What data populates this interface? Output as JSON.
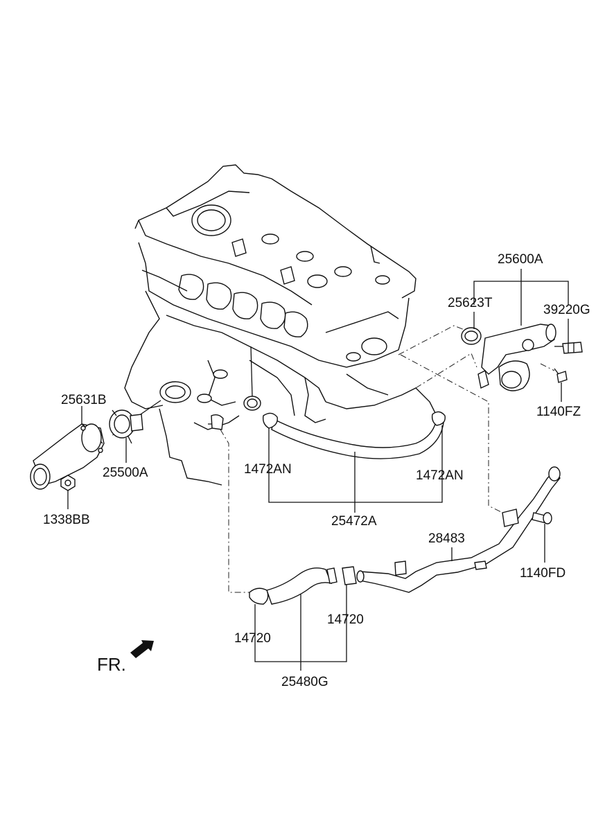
{
  "diagram": {
    "labels": {
      "p25600A": "25600A",
      "p25623T": "25623T",
      "p39220G": "39220G",
      "p1140FZ": "1140FZ",
      "p25631B": "25631B",
      "p25500A": "25500A",
      "p1338BB": "1338BB",
      "p1472AN_left": "1472AN",
      "p1472AN_right": "1472AN",
      "p25472A": "25472A",
      "p28483": "28483",
      "p1140FD": "1140FD",
      "p14720_left": "14720",
      "p14720_right": "14720",
      "p25480G": "25480G",
      "front": "FR."
    }
  }
}
